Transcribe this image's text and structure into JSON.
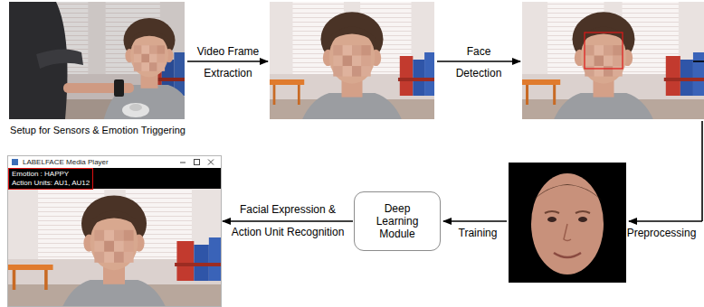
{
  "diagram": {
    "nodes": [
      {
        "text": [
          "Setup for Sensors & Emotion Triggering"
        ]
      },
      {
        "text": [
          "Deep Learning Module"
        ]
      },
      {
        "text": [
          "LABELFACE Media Player"
        ]
      },
      {
        "text": [
          "Emotion : HAPPY",
          "Action Units: AU1, AU12"
        ],
        "in": 2
      }
    ],
    "edges": [
      {
        "from": 1,
        "to": 2,
        "label": "Facial Expression & Action Unit Recognition",
        "arrow": "to"
      }
    ],
    "labels": [
      "Video Frame Extraction",
      "Face Detection",
      "Preprocessing",
      "Training"
    ]
  }
}
